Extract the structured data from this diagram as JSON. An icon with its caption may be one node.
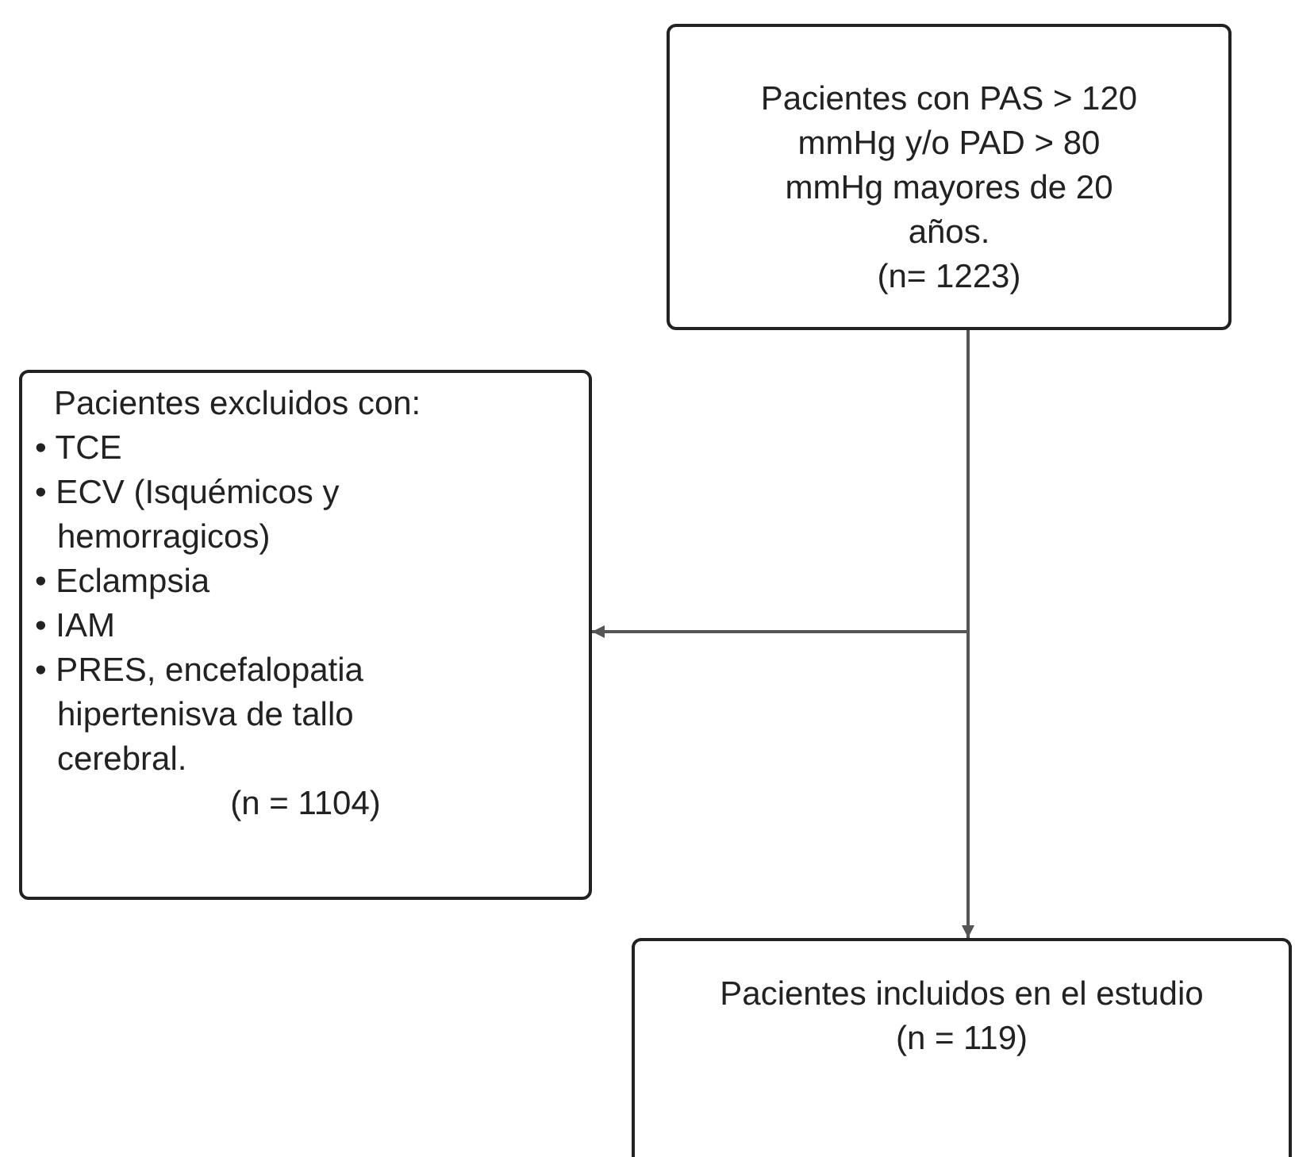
{
  "diagram": {
    "nodes": [
      {
        "text": [
          "Pacientes con PAS > 120 mmHg y/o PAD > 80 mmHg mayores de 20 años.",
          "(n= 1223)"
        ]
      },
      {
        "text": [
          "Pacientes excluidos con:",
          "• TCE",
          "• ECV (Isquémicos y hemorragicos)",
          "• Eclampsia",
          "• IAM",
          "• PRES, encefalopatia hipertenisva de tallo cerebral.",
          "(n = 1104)"
        ]
      },
      {
        "text": [
          "Pacientes incluidos en el estudio",
          "(n = 119)"
        ]
      }
    ],
    "edges": [
      {
        "from": 0,
        "to": 2,
        "arrow": "to"
      },
      {
        "from": 0,
        "to": 1,
        "arrow": "to"
      }
    ]
  }
}
